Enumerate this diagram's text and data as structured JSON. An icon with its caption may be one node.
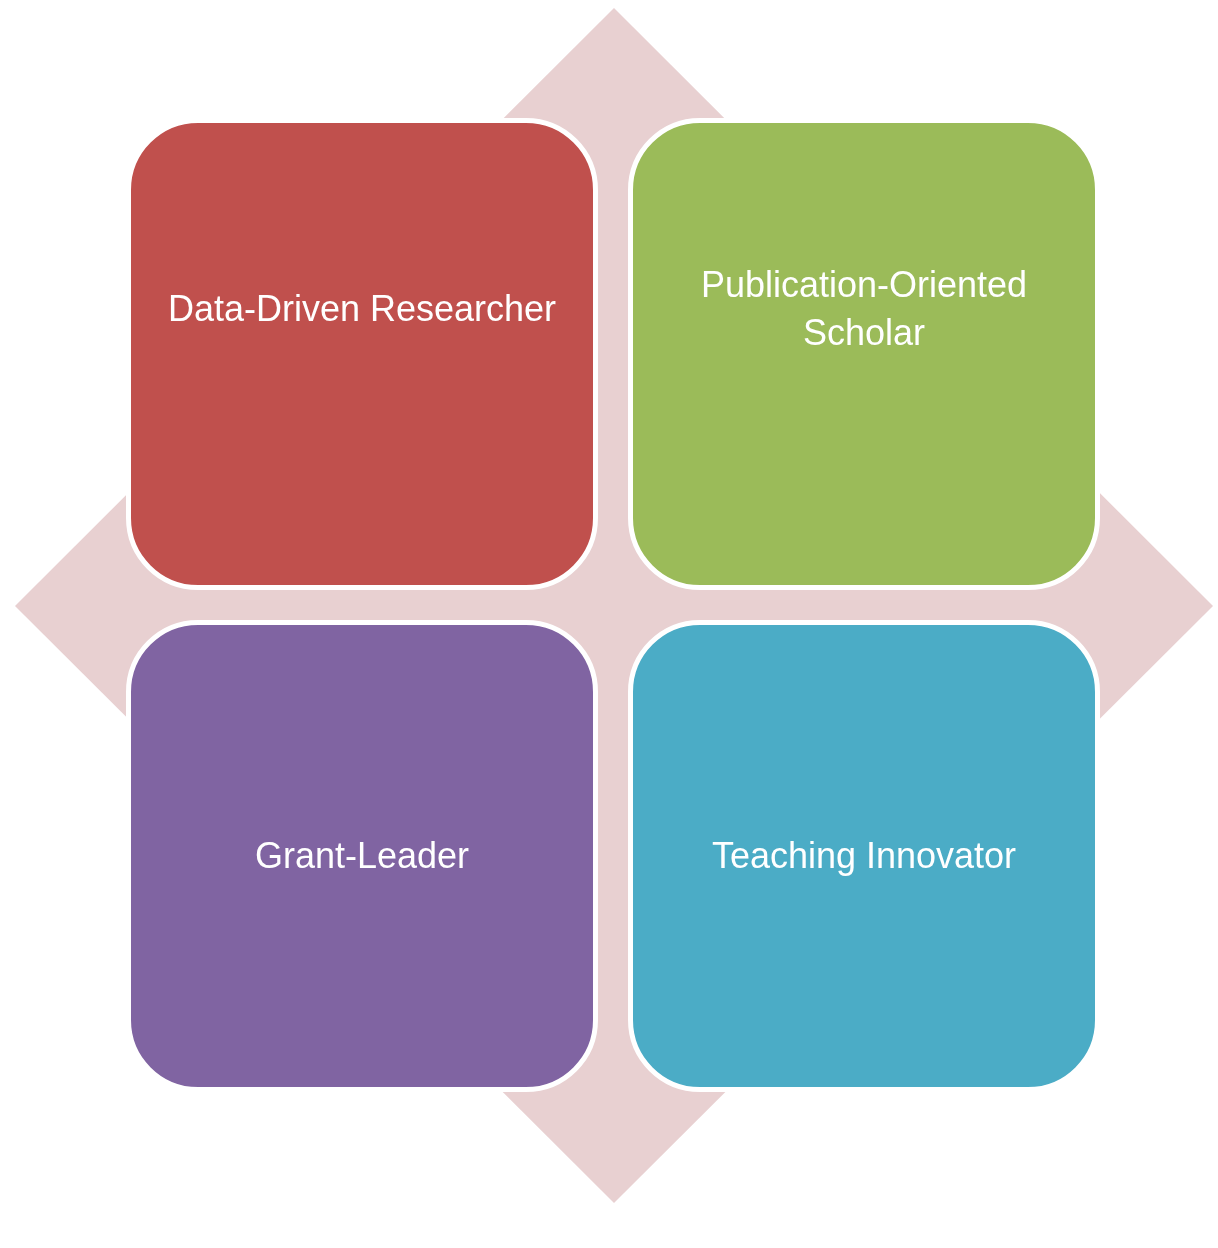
{
  "diagram": {
    "nodes": [
      {
        "text": [
          "Data-Driven Researcher"
        ]
      },
      {
        "text": [
          "Publication-Oriented Scholar"
        ]
      },
      {
        "text": [
          "Grant-Leader"
        ]
      },
      {
        "text": [
          "Teaching Innovator"
        ]
      }
    ]
  }
}
